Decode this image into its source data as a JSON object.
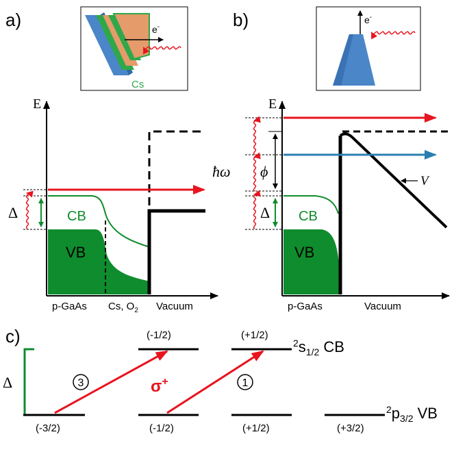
{
  "panels": {
    "a": {
      "label": "a)",
      "inset": {
        "o2": "O",
        "o2_sub": "2",
        "electron": "e",
        "electron_sup": "-",
        "cs": "Cs"
      },
      "axis_label": "E",
      "delta": "Δ",
      "cb": "CB",
      "vb": "VB",
      "regions": {
        "gaas": "p-GaAs",
        "cs_o2": "Cs, O",
        "cs_o2_sub": "2",
        "vacuum": "Vacuum"
      }
    },
    "b": {
      "label": "b)",
      "inset": {
        "electron": "e",
        "electron_sup": "-"
      },
      "axis_label": "E",
      "hbar_omega": "ħω",
      "phi": "ϕ",
      "potential": "V",
      "delta": "Δ",
      "cb": "CB",
      "vb": "VB",
      "regions": {
        "gaas": "p-GaAs",
        "vacuum": "Vacuum"
      }
    },
    "c": {
      "label": "c)",
      "delta": "Δ",
      "cb_levels": [
        "(-1/2)",
        "(+1/2)"
      ],
      "cb_label": {
        "pre": "2",
        "main": "s",
        "sub": "1/2",
        "post": " CB"
      },
      "vb_levels": [
        "(-3/2)",
        "(-1/2)",
        "(+1/2)",
        "(+3/2)"
      ],
      "vb_label": {
        "pre": "2",
        "main": "p",
        "sub": "3/2",
        "post": " VB"
      },
      "sigma": "σ",
      "sigma_sup": "+",
      "circle_left": "3",
      "circle_right": "1"
    }
  },
  "colors": {
    "red": "#e8141e",
    "green": "#0f8c2d",
    "blue": "#2a7fb0",
    "inset_blue": "#4a86c8",
    "inset_orange": "#e59b6a",
    "inset_green": "#2fa84a"
  }
}
